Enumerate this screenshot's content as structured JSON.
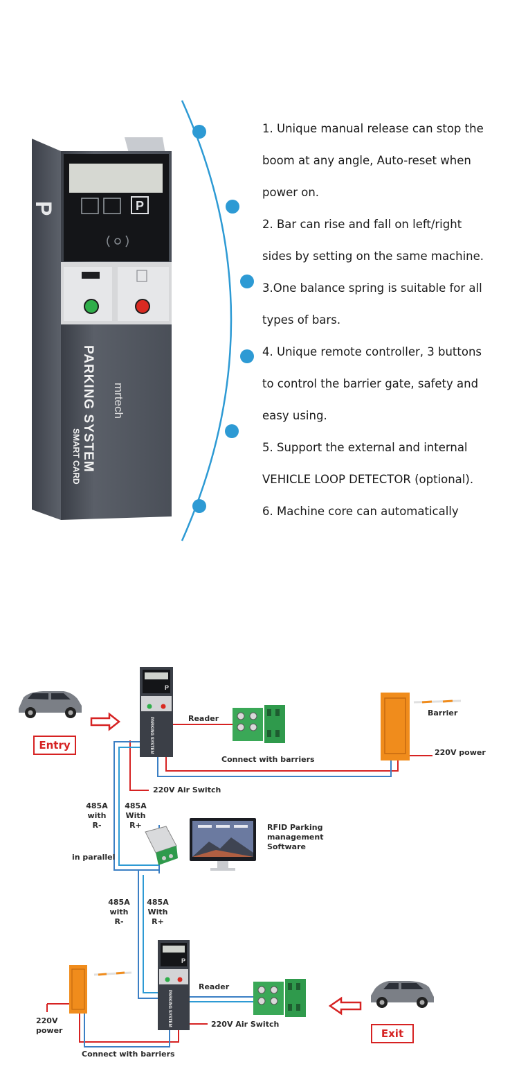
{
  "device": {
    "panel_letter": "P",
    "key_p": "P",
    "title": "PARKING SYSTEM",
    "subtitle": "SMART CARD",
    "brand": "mrtech"
  },
  "features": [
    "1. Unique manual release can stop the",
    "boom at any angle,  Auto-reset  when",
    "power on.",
    "2. Bar can rise and fall on left/right",
    "sides by setting on the same machine.",
    "3.One balance spring is suitable for all",
    "types of bars.",
    "4. Unique remote controller, 3 buttons",
    "to control the barrier gate, safety  and",
    "easy using.",
    "5. Support the external and internal",
    "VEHICLE LOOP DETECTOR (optional).",
    "6. Machine core can automatically"
  ],
  "diagram": {
    "entry_label": "Entry",
    "exit_label": "Exit",
    "top_reader": "Reader",
    "top_connect": "Connect with barriers",
    "top_barrier": "Barrier",
    "top_power": "220V power",
    "top_air_switch": "220V Air Switch",
    "r_minus_top": "485A\nwith\nR-",
    "r_plus_top": "485A\nWith\nR+",
    "in_parallel": "in parallel",
    "software": "RFID Parking\nmanagement\nSoftware",
    "r_minus_bottom": "485A\nwith\nR-",
    "r_plus_bottom": "485A\nWith\nR+",
    "bottom_reader": "Reader",
    "bottom_power": "220V\npower",
    "bottom_air_switch": "220V Air Switch",
    "bottom_connect": "Connect with barriers",
    "station_p": "P"
  },
  "colors": {
    "accent_blue": "#2d9ad4",
    "wire_red": "#d62222",
    "wire_blue": "#3b7fc4",
    "barrier_orange": "#f08c1c",
    "terminal_green": "#3aa857",
    "device_body": "#4a4f58"
  }
}
